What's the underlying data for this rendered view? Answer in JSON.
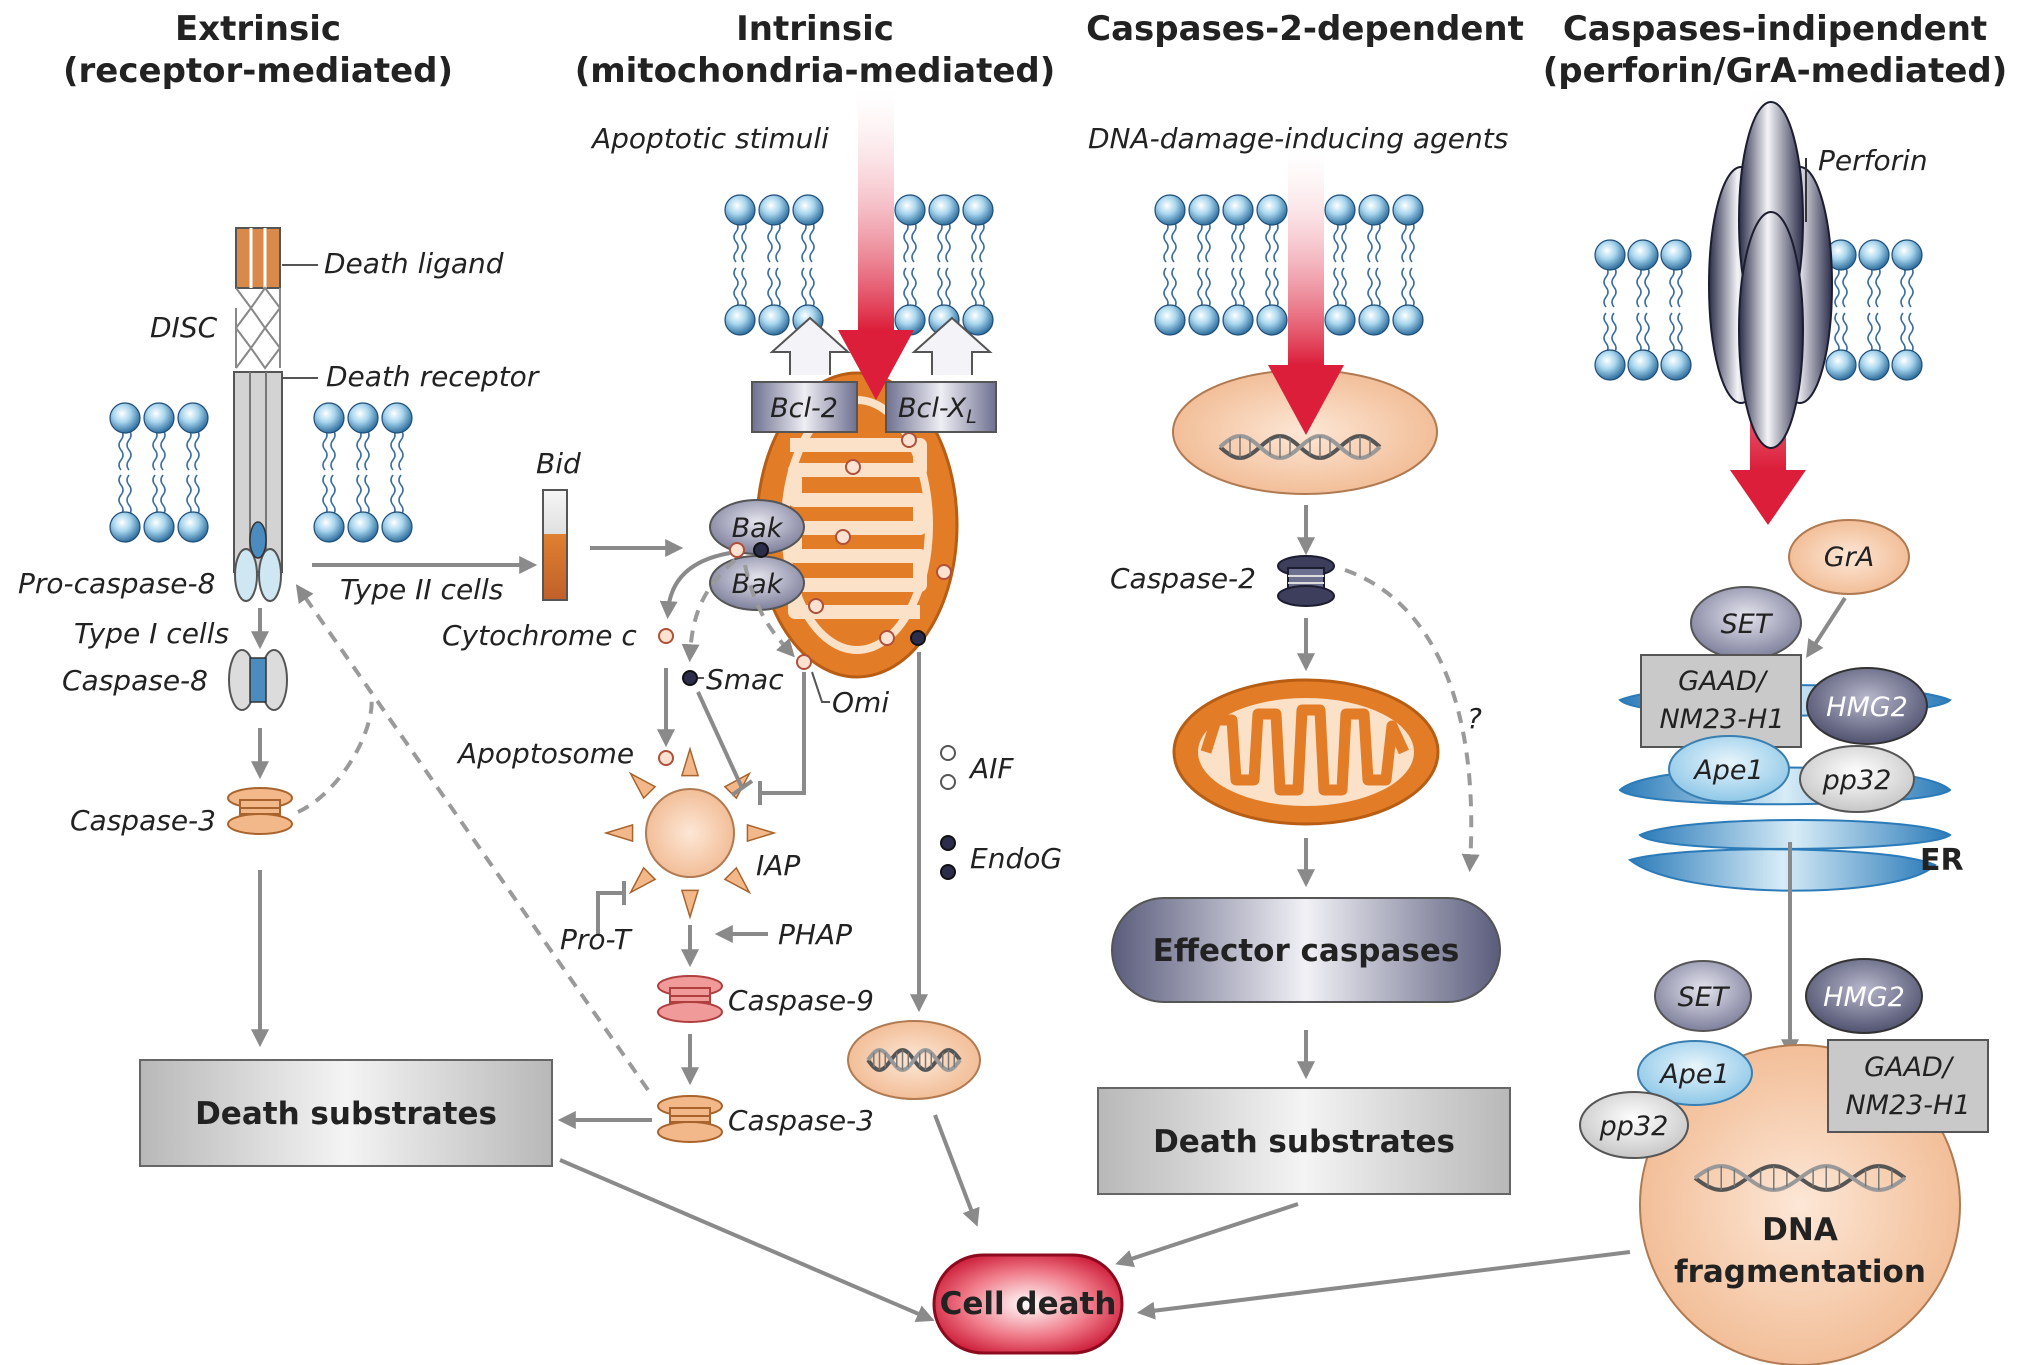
{
  "headers": {
    "extrinsic": [
      "Extrinsic",
      "(receptor-mediated)"
    ],
    "intrinsic": [
      "Intrinsic",
      "(mitochondria-mediated)"
    ],
    "casp2": [
      "Caspases-2-dependent"
    ],
    "indep": [
      "Caspases-indipendent",
      "(perforin/GrA-mediated)"
    ]
  },
  "extrinsic": {
    "death_ligand": "Death ligand",
    "disc": "DISC",
    "death_receptor": "Death receptor",
    "pro_caspase8": "Pro-caspase-8",
    "type1": "Type I cells",
    "caspase8": "Caspase-8",
    "caspase3": "Caspase-3",
    "type2": "Type II cells",
    "death_substrates": "Death substrates"
  },
  "intrinsic": {
    "stimuli": "Apoptotic stimuli",
    "bcl2": "Bcl-2",
    "bclxl": "Bcl-X",
    "bclxl_sub": "L",
    "bid": "Bid",
    "bak1": "Bak",
    "bak2": "Bak",
    "cytochrome": "Cytochrome c",
    "smac": "Smac",
    "omi": "Omi",
    "apoptosome": "Apoptosome",
    "iap": "IAP",
    "aif": "AIF",
    "endog": "EndoG",
    "prot": "Pro-T",
    "phap": "PHAP",
    "caspase9": "Caspase-9",
    "caspase3": "Caspase-3"
  },
  "casp2": {
    "agents": "DNA-damage-inducing agents",
    "caspase2": "Caspase-2",
    "question": "?",
    "effector": "Effector caspases",
    "death_substrates": "Death substrates"
  },
  "indep": {
    "perforin": "Perforin",
    "gra": "GrA",
    "set1": "SET",
    "gaad1": [
      "GAAD/",
      "NM23-H1"
    ],
    "hmg1": "HMG2",
    "ape1a": "Ape1",
    "pp32a": "pp32",
    "er": "ER",
    "set2": "SET",
    "hmg2": "HMG2",
    "ape1b": "Ape1",
    "gaad2": [
      "GAAD/",
      "NM23-H1"
    ],
    "pp32b": "pp32",
    "dna_frag": [
      "DNA",
      "fragmentation"
    ]
  },
  "cell_death": "Cell death",
  "colors": {
    "arrow": "#8a8a8a",
    "red_arrow": "#d8283c",
    "orange": "#e07d2a",
    "peach": "#f3c7a0",
    "lavender": "#6c6e8c",
    "gray_box": "#c9c9c9",
    "cell_death": "#c8102e"
  }
}
